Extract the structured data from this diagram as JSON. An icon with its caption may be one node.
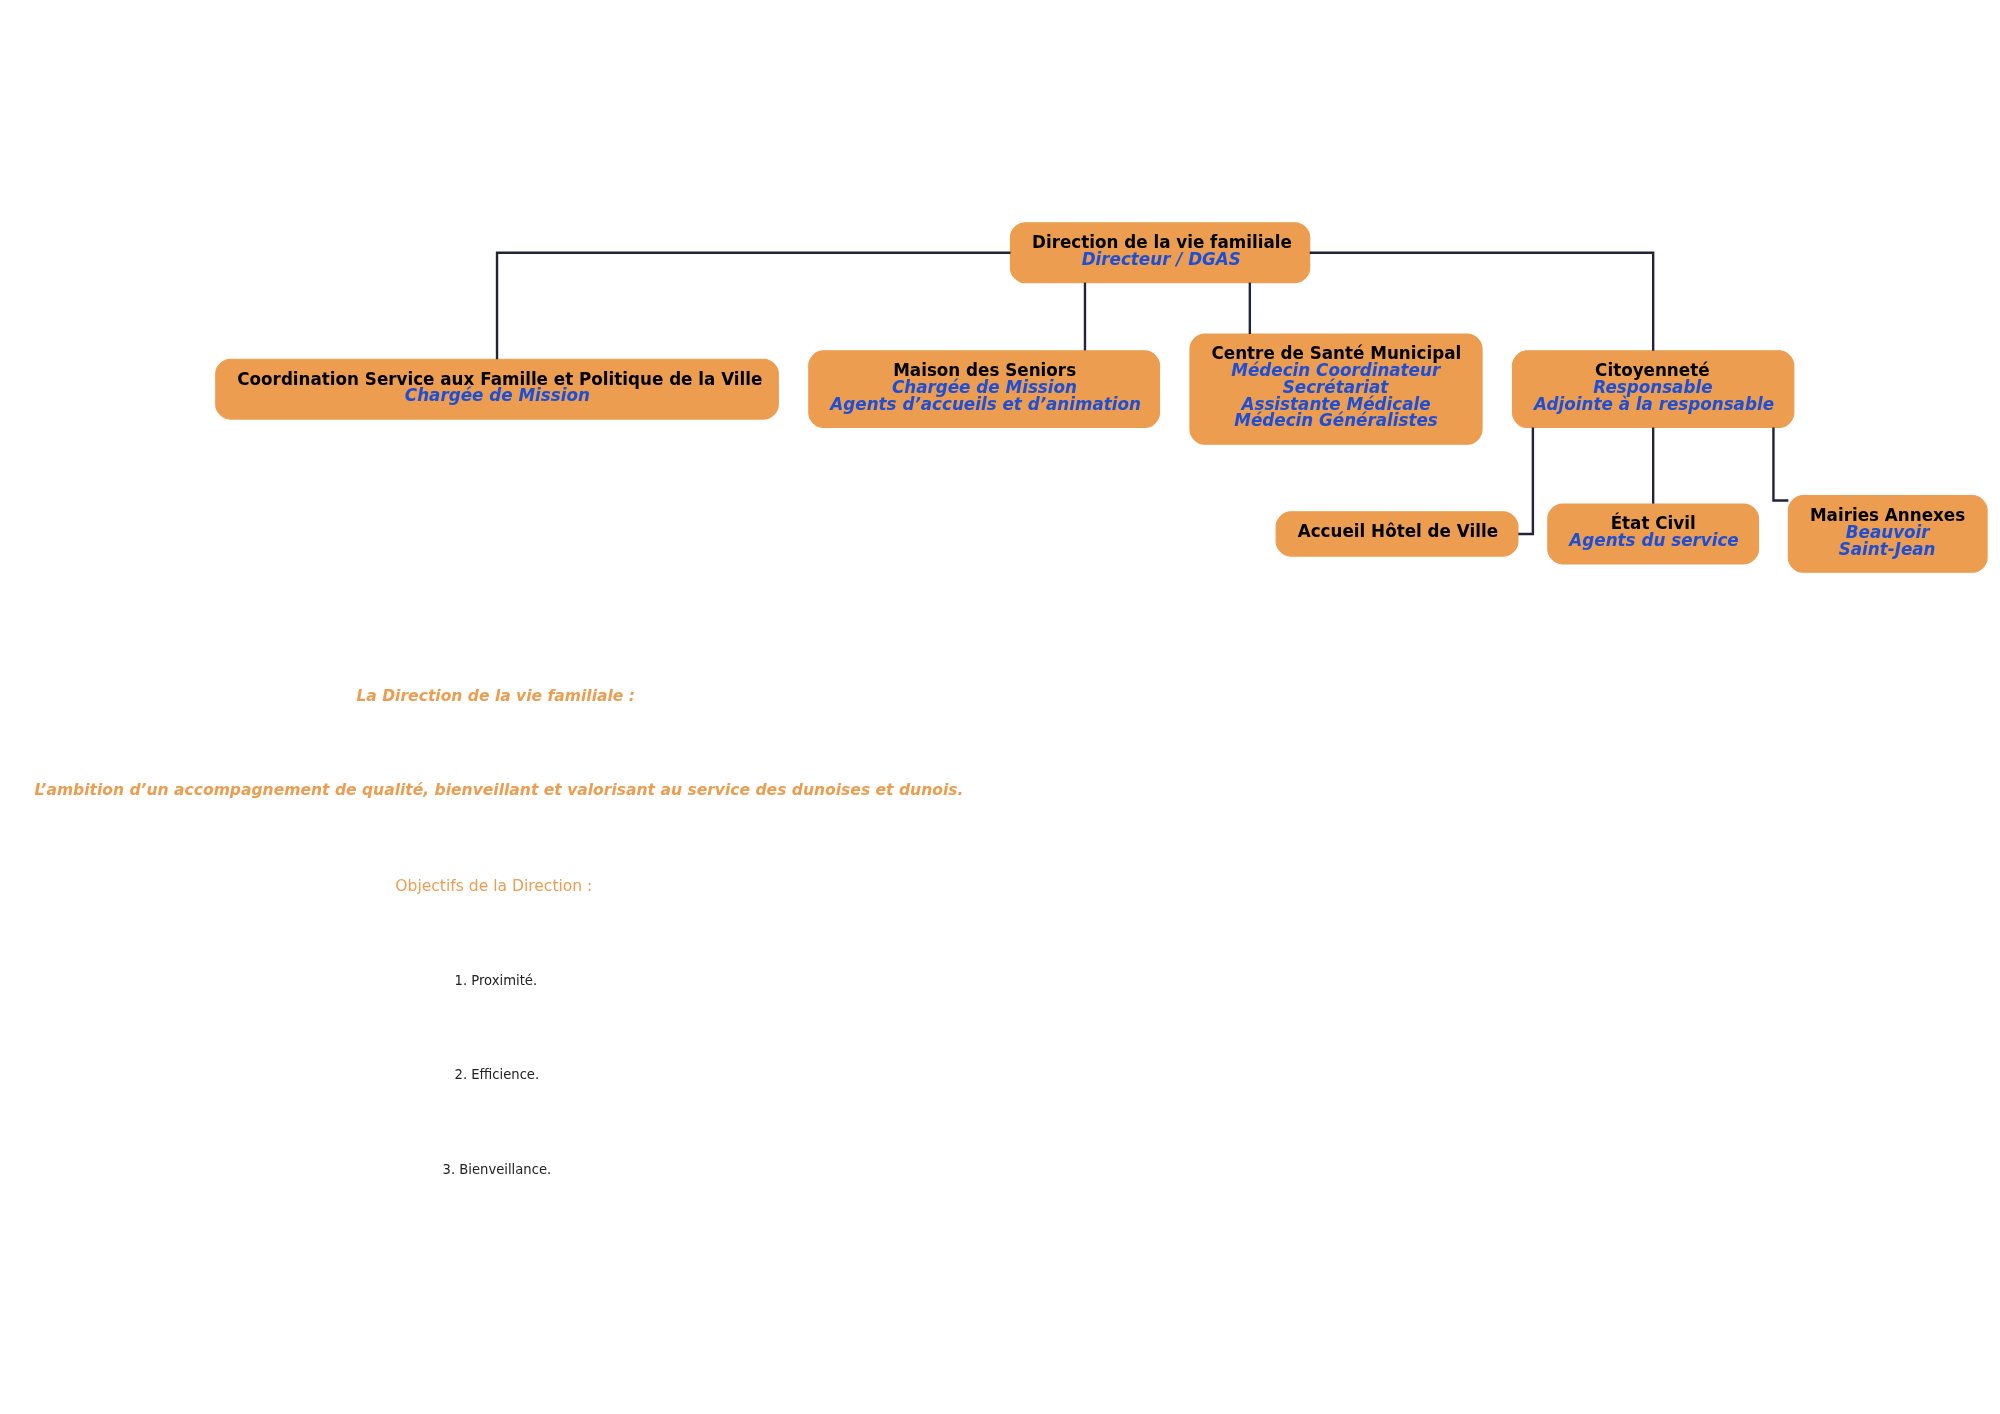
{
  "diagram": {
    "nodes": [
      {
        "text": [
          "Direction de la vie familiale",
          "Directeur / DGAS"
        ]
      },
      {
        "text": [
          "Coordination Service aux Famille et Politique de la Ville",
          "Chargée de Mission"
        ]
      },
      {
        "text": [
          "Maison des Seniors",
          "Chargée de Mission",
          "Agents d’accueils et d’animation"
        ]
      },
      {
        "text": [
          "Centre de Santé Municipal",
          "Médecin Coordinateur",
          "Secrétariat",
          "Assistante Médicale",
          "Médecin Généralistes"
        ]
      },
      {
        "text": [
          "Citoyenneté",
          "Responsable",
          "Adjointe à la responsable"
        ]
      },
      {
        "text": [
          "Accueil Hôtel de Ville"
        ]
      },
      {
        "text": [
          "État Civil",
          "Agents du service"
        ]
      },
      {
        "text": [
          "Mairies Annexes",
          "Beauvoir",
          "Saint-Jean"
        ]
      }
    ],
    "edges": [
      {
        "from": 0,
        "to": 1,
        "arrow": "none"
      },
      {
        "from": 0,
        "to": 2,
        "arrow": "none"
      },
      {
        "from": 0,
        "to": 3,
        "arrow": "none"
      },
      {
        "from": 0,
        "to": 4,
        "arrow": "none"
      },
      {
        "from": 4,
        "to": 5,
        "arrow": "none"
      },
      {
        "from": 4,
        "to": 6,
        "arrow": "none"
      },
      {
        "from": 4,
        "to": 7,
        "arrow": "none"
      }
    ],
    "labels": [
      "La Direction de la vie familiale :",
      "L’ambition d’un accompagnement de qualité, bienveillant et valorisant au service des dunoises et dunois.",
      "Objectifs de la Direction :",
      "1. Proximité.",
      "2. Efficience.",
      "3. Bienveillance."
    ]
  }
}
